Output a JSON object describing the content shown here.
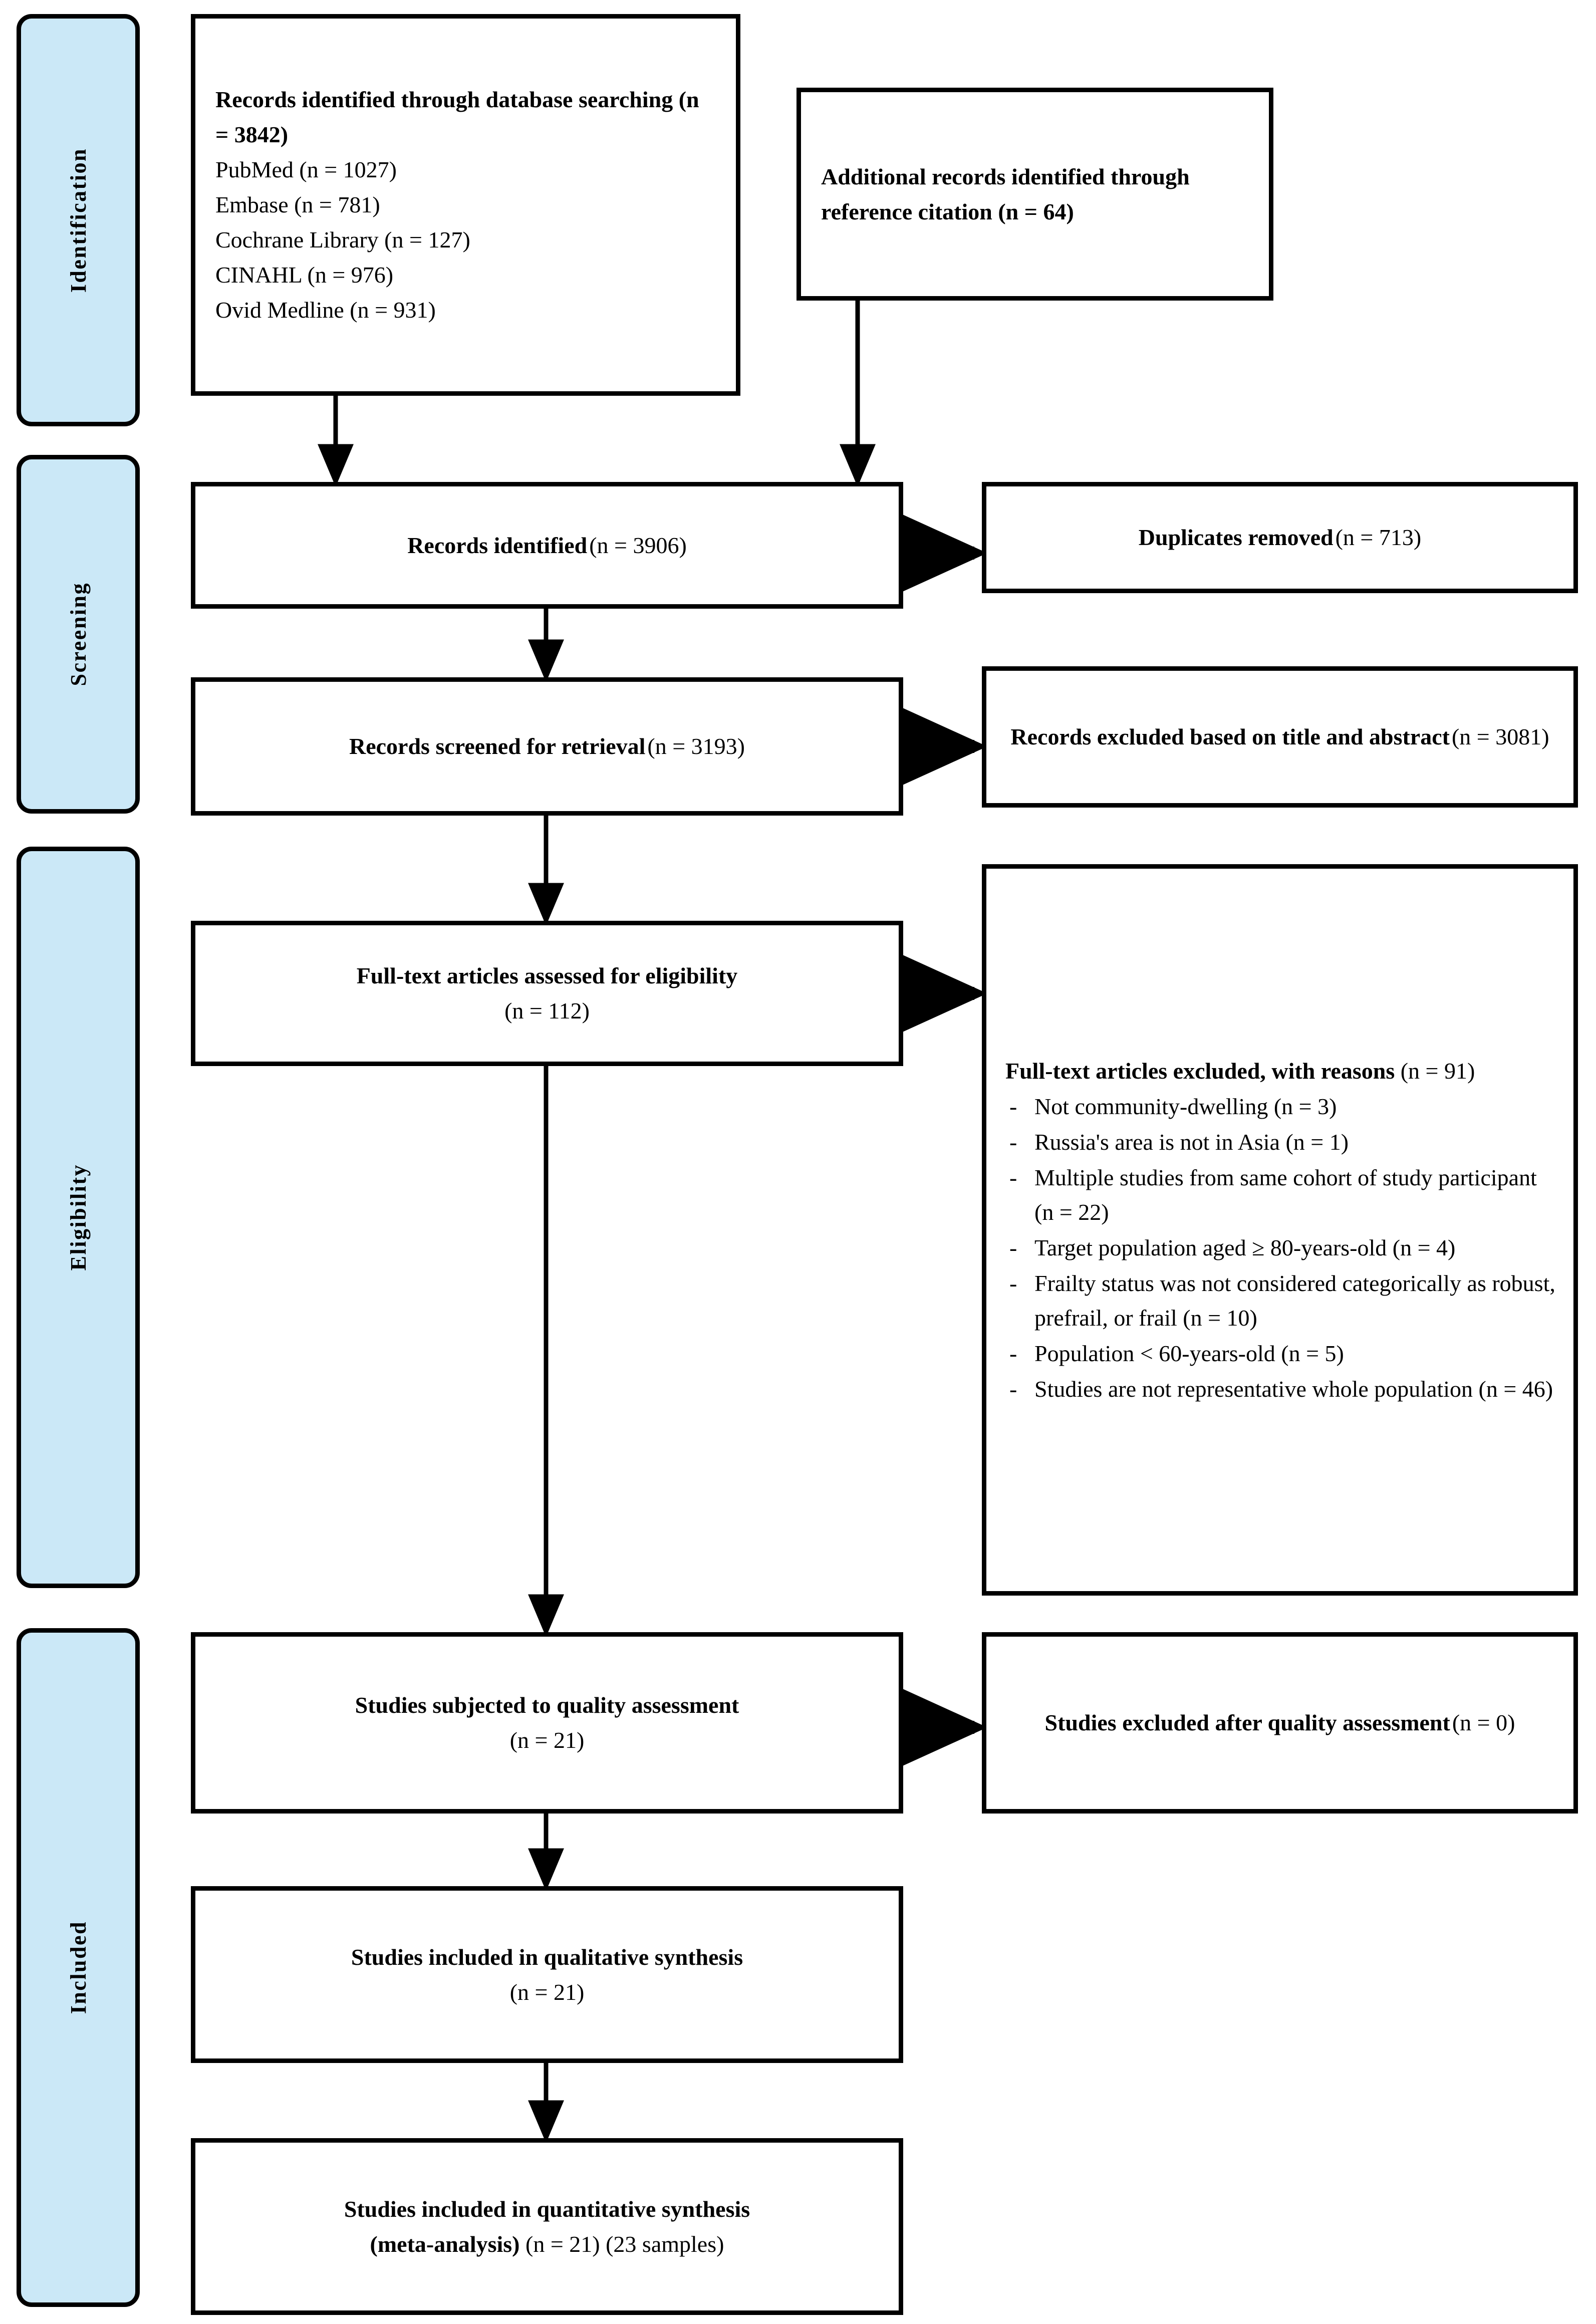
{
  "diagram": {
    "type": "PRISMA flow diagram",
    "stages": [
      {
        "id": "identification",
        "label": "Identification"
      },
      {
        "id": "screening",
        "label": "Screening"
      },
      {
        "id": "eligibility",
        "label": "Eligibility"
      },
      {
        "id": "included",
        "label": "Included"
      }
    ],
    "colors": {
      "stage_pill_fill": "#cbe8f7",
      "border": "#000000",
      "box_fill": "#ffffff",
      "text": "#000000"
    },
    "boxes": {
      "database_search": {
        "heading": "Records identified through database searching (n = 3842)",
        "sources": [
          "PubMed (n = 1027)",
          "Embase (n = 781)",
          "Cochrane Library (n = 127)",
          "CINAHL (n = 976)",
          "Ovid Medline (n = 931)"
        ]
      },
      "additional_records": {
        "heading": "Additional records identified through reference citation (n = 64)"
      },
      "records_identified": {
        "heading": "Records identified",
        "count": "(n = 3906)"
      },
      "duplicates_removed": {
        "heading": "Duplicates removed",
        "count": "(n = 713)"
      },
      "records_screened": {
        "heading": "Records screened for retrieval",
        "count": "(n = 3193)"
      },
      "records_excluded": {
        "heading": "Records excluded based on title and abstract",
        "count": "(n = 3081)"
      },
      "fulltext_assessed": {
        "heading": "Full-text articles assessed for eligibility",
        "count": "(n = 112)"
      },
      "fulltext_excluded": {
        "heading": "Full-text articles excluded, with reasons",
        "count": "(n = 91)",
        "reasons": [
          "Not community-dwelling (n = 3)",
          "Russia's area is not in Asia (n = 1)",
          "Multiple studies from same cohort of study participant (n = 22)",
          "Target population aged ≥ 80-years-old (n = 4)",
          "Frailty status was not considered categorically as robust, prefrail, or frail (n = 10)",
          "Population < 60-years-old (n = 5)",
          "Studies are not representative whole population (n = 46)"
        ]
      },
      "quality_assessment": {
        "heading": "Studies subjected to quality assessment",
        "count": "(n = 21)"
      },
      "excluded_quality": {
        "heading": "Studies excluded after quality assessment",
        "count": "(n = 0)"
      },
      "qualitative_synthesis": {
        "heading": "Studies included in qualitative synthesis",
        "count": "(n = 21)"
      },
      "quantitative_synthesis": {
        "heading": "Studies included in quantitative synthesis",
        "sub": "(meta-analysis)",
        "count": "(n = 21) (23 samples)"
      }
    }
  }
}
